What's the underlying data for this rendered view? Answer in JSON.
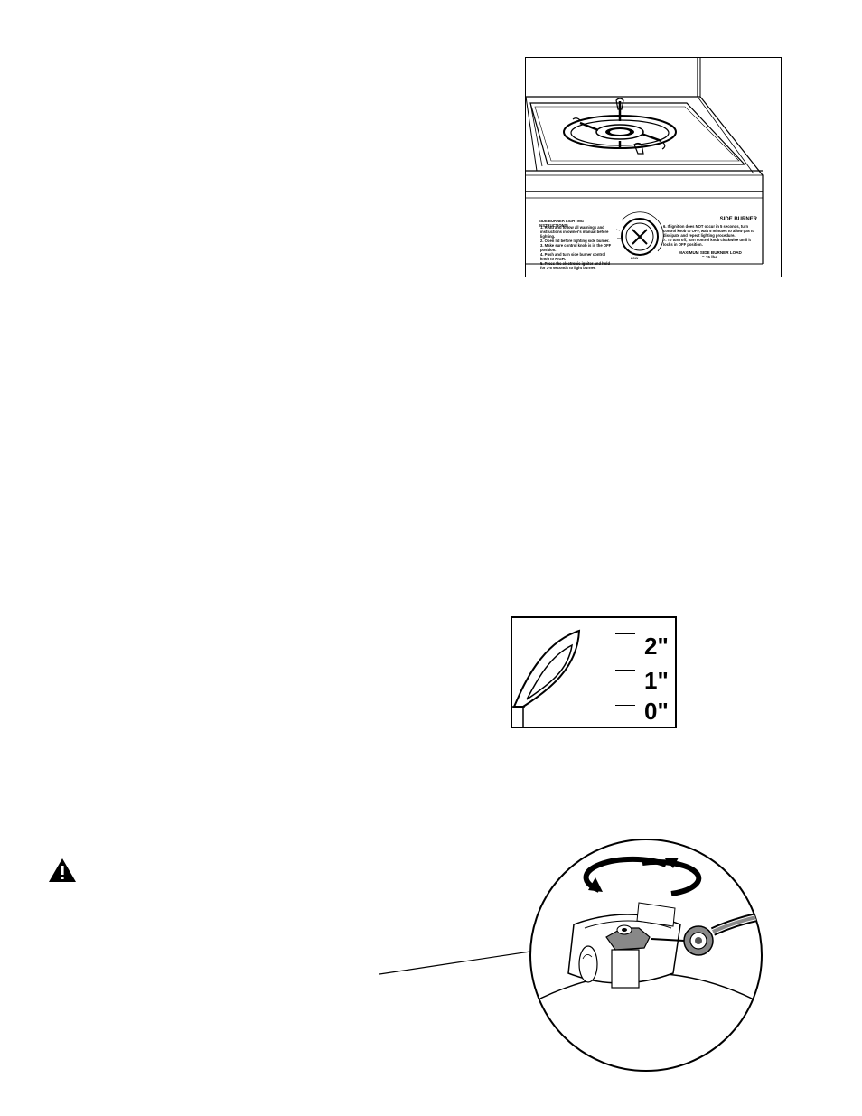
{
  "side_burner": {
    "instructions_heading": "SIDE BURNER LIGHTING INSTRUCTIONS:",
    "steps_left": [
      "1. Read and follow all warnings and instructions in owner's manual before lighting.",
      "2. Open lid before lighting side burner.",
      "3. Make sure control knob is in the OFF position.",
      "4. Push and turn side burner control knob to HIGH.",
      "5. Press the electronic igniter and hold for 3-5 seconds to light burner."
    ],
    "steps_right": [
      "6. If ignition does NOT occur in 5 seconds, turn control knob to OFF, wait 5 minutes to allow gas to dissipate and repeat lighting procedure.",
      "7. To turn off, turn control knob clockwise until it locks in OFF position."
    ],
    "title": "SIDE BURNER",
    "max_load": "MAXIMUM SIDE BURNER LOAD = 15 lbs.",
    "knob_label": "LOW"
  },
  "flame_gauge": {
    "labels": [
      "2\"",
      "1\"",
      "0\""
    ]
  },
  "icons": {
    "warning": "warning-triangle-icon",
    "rotate": "rotate-arrows-icon"
  }
}
